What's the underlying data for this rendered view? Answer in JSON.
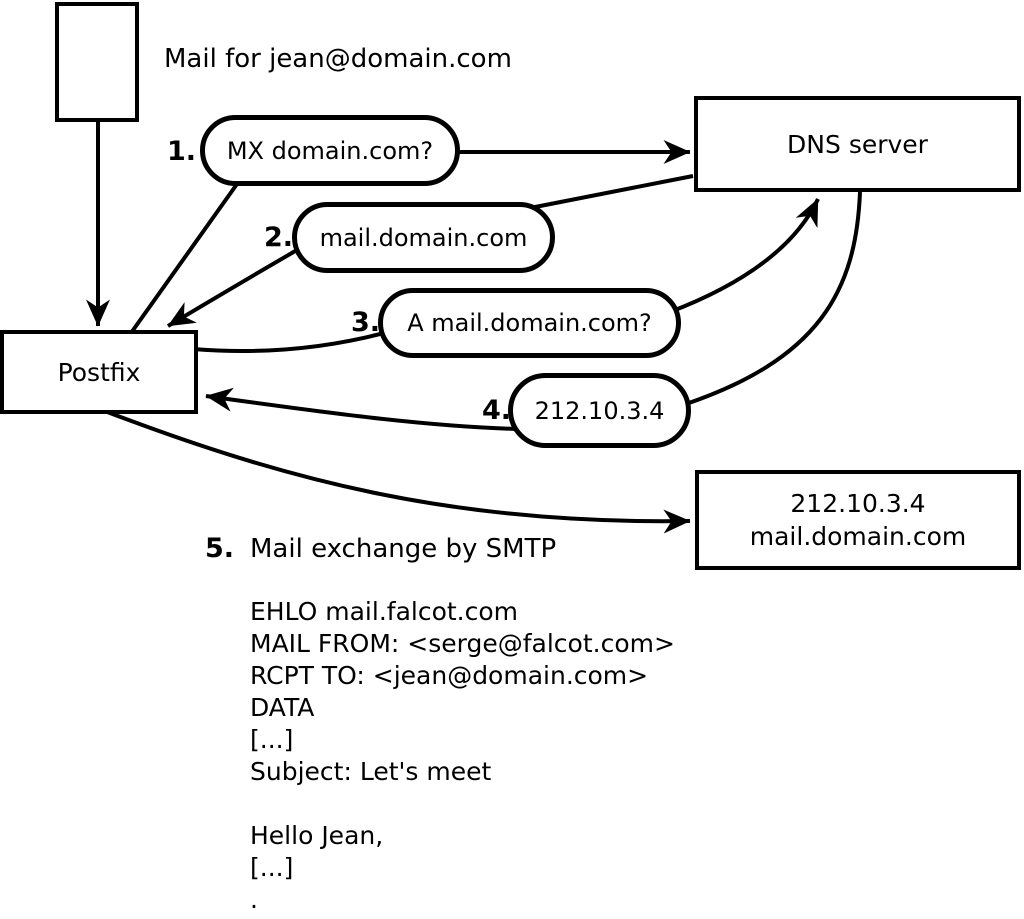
{
  "diagram": {
    "title": "Mail for jean@domain.com",
    "nodes": {
      "postfix": {
        "label": "Postfix"
      },
      "dns": {
        "label": "DNS server"
      },
      "destination": {
        "line1": "212.10.3.4",
        "line2": "mail.domain.com"
      }
    },
    "steps": [
      {
        "number": "1.",
        "label": "MX domain.com?"
      },
      {
        "number": "2.",
        "label": "mail.domain.com"
      },
      {
        "number": "3.",
        "label": "A mail.domain.com?"
      },
      {
        "number": "4.",
        "label": "212.10.3.4"
      },
      {
        "number": "5.",
        "label": "Mail exchange by SMTP"
      }
    ],
    "smtp_session": "EHLO mail.falcot.com\nMAIL FROM: <serge@falcot.com>\nRCPT TO: <jean@domain.com>\nDATA\n[...]\nSubject: Let's meet\n\nHello Jean,\n[...]\n.",
    "colors": {
      "stroke": "#000000",
      "background": "#ffffff"
    }
  }
}
